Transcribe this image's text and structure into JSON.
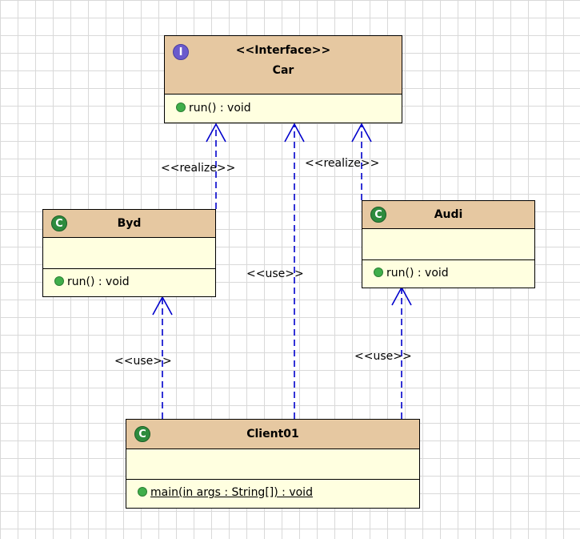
{
  "colors": {
    "header_fill": "#e6c8a1",
    "body_fill": "#ffffe0",
    "edge_stroke": "#0000cc",
    "class_icon": "#2e8b3e",
    "interface_icon": "#6a5acd",
    "operation_dot": "#3fae4a"
  },
  "classes": {
    "car": {
      "stereotype": "<<Interface>>",
      "name": "Car",
      "icon": "interface-icon",
      "icon_glyph": "I",
      "operations": [
        "run() : void"
      ]
    },
    "byd": {
      "name": "Byd",
      "icon": "class-icon",
      "icon_glyph": "C",
      "operations": [
        "run() : void"
      ]
    },
    "audi": {
      "name": "Audi",
      "icon": "class-icon",
      "icon_glyph": "C",
      "operations": [
        "run() : void"
      ]
    },
    "client": {
      "name": "Client01",
      "icon": "class-icon",
      "icon_glyph": "C",
      "operations": [
        "main(in args : String[]) : void"
      ]
    }
  },
  "relations": [
    {
      "id": "byd-realize-car",
      "type": "realization",
      "from": "Byd",
      "to": "Car",
      "label": "<<realize>>"
    },
    {
      "id": "audi-realize-car",
      "type": "realization",
      "from": "Audi",
      "to": "Car",
      "label": "<<realize>>"
    },
    {
      "id": "client-use-car",
      "type": "dependency",
      "from": "Client01",
      "to": "Car",
      "label": "<<use>>"
    },
    {
      "id": "client-use-byd",
      "type": "dependency",
      "from": "Client01",
      "to": "Byd",
      "label": "<<use>>"
    },
    {
      "id": "client-use-audi",
      "type": "dependency",
      "from": "Client01",
      "to": "Audi",
      "label": "<<use>>"
    }
  ]
}
